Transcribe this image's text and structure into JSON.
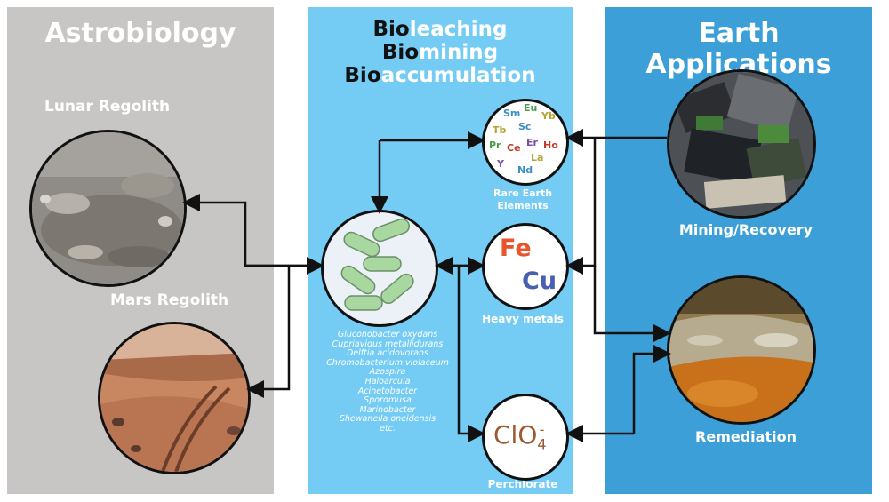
{
  "panels": {
    "astrobiology": {
      "title": "Astrobiology"
    },
    "bioprocess": {
      "title_prefix_1": "Bio",
      "title_suffix_1": "leaching",
      "title_prefix_2": "Bio",
      "title_suffix_2": "mining",
      "title_prefix_3": "Bio",
      "title_suffix_3": "accumulation"
    },
    "earth": {
      "title": "Earth Applications"
    }
  },
  "regolith": {
    "lunar": "Lunar Regolith",
    "mars": "Mars Regolith"
  },
  "applications": {
    "mining": "Mining/Recovery",
    "remediation": "Remediation"
  },
  "targets": {
    "ree_label_1": "Rare Earth",
    "ree_label_2": "Elements",
    "heavy_label": "Heavy metals",
    "perchlorate_label": "Perchlorate",
    "fe": "Fe",
    "cu": "Cu",
    "clo4_main": "ClO",
    "clo4_sub": "4",
    "clo4_sup": "-"
  },
  "ree_elements": [
    {
      "symbol": "Sm",
      "color": "#3c8fc4"
    },
    {
      "symbol": "Eu",
      "color": "#4c9a4c"
    },
    {
      "symbol": "Yb",
      "color": "#b3a436"
    },
    {
      "symbol": "Tb",
      "color": "#b3a436"
    },
    {
      "symbol": "Sc",
      "color": "#3c8fc4"
    },
    {
      "symbol": "Pr",
      "color": "#4c9a4c"
    },
    {
      "symbol": "Ce",
      "color": "#c0392b"
    },
    {
      "symbol": "Er",
      "color": "#7b4fa0"
    },
    {
      "symbol": "Ho",
      "color": "#c0392b"
    },
    {
      "symbol": "La",
      "color": "#b3a436"
    },
    {
      "symbol": "Y",
      "color": "#7b4fa0"
    },
    {
      "symbol": "Nd",
      "color": "#3c8fc4"
    }
  ],
  "organisms": [
    "Gluconobacter oxydans",
    "Cupriavidus metallidurans",
    "Delftia acidovorans",
    "Chromobacterium violaceum",
    "Azospira",
    "Haloarcula",
    "Acinetobacter",
    "Sporomusa",
    "Marinobacter",
    "Shewanella oneidensis",
    "etc."
  ],
  "colors": {
    "left_panel": "#c8c6c4",
    "middle_panel": "#74ccf4",
    "right_panel": "#3d9fd8",
    "fe": "#e8542b",
    "cu": "#4a5fb0",
    "clo4": "#9c5a33",
    "bacteria": "#a9d7a0"
  }
}
